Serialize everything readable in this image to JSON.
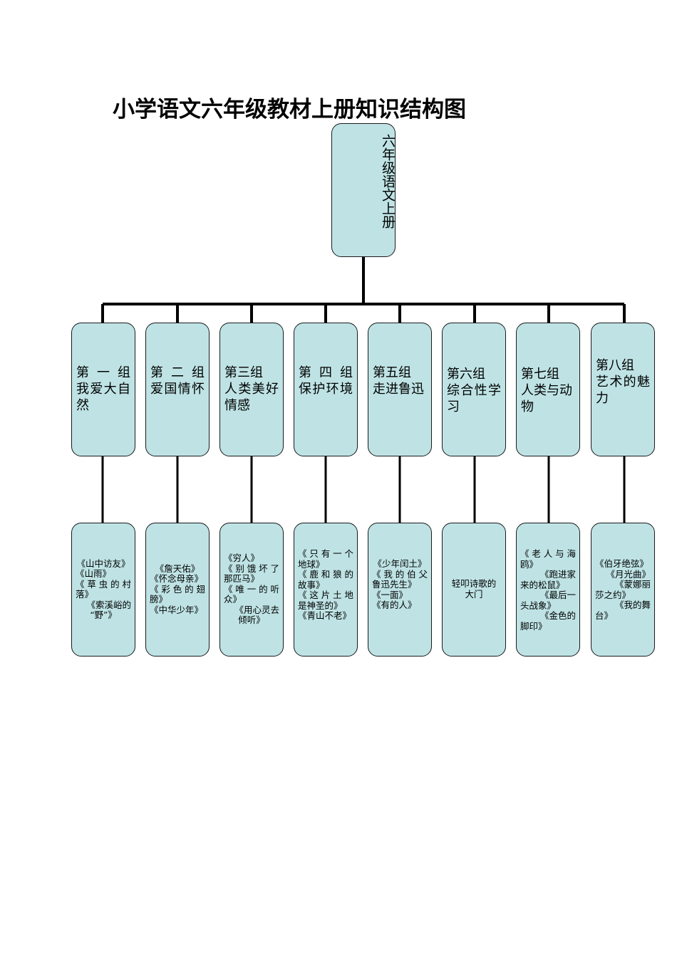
{
  "title": "小学语文六年级教材上册知识结构图",
  "root": {
    "label": "六年级语文上册"
  },
  "groups": [
    {
      "lines": [
        "第 一 组",
        "我爱大自",
        "然"
      ],
      "lessons": [
        "《山中访友》",
        "《山雨》",
        "《草虫的村",
        "落》",
        "《索溪峪的",
        "“野”》"
      ]
    },
    {
      "lines": [
        "第 二 组",
        "爱国情怀"
      ],
      "lessons": [
        "《詹天佑》",
        "《怀念母亲》",
        "《彩色的翅",
        "膀》",
        "《中华少年》"
      ]
    },
    {
      "lines": [
        "第三组",
        "人类美好",
        "情感"
      ],
      "lessons": [
        "《穷人》",
        "《别饿坏了",
        "那匹马》",
        "《唯一的听",
        "众》",
        "《用心灵去",
        "倾听》"
      ]
    },
    {
      "lines": [
        "第 四 组",
        "保护环境"
      ],
      "lessons": [
        "《只有一个",
        "地球》",
        "《鹿和狼的",
        "故事》",
        "《这片土地",
        "是神圣的》",
        "《青山不老》"
      ]
    },
    {
      "lines": [
        "第五组",
        "走进鲁迅"
      ],
      "lessons": [
        "《少年闰土》",
        "《我的伯父",
        "鲁迅先生》",
        "《一面》",
        "《有的人》"
      ]
    },
    {
      "lines": [
        "第六组",
        "综合性学",
        "习"
      ],
      "lessons": [
        "轻叩诗歌的",
        "大门"
      ]
    },
    {
      "lines": [
        "第七组",
        "人类与动",
        "物"
      ],
      "lessons": [
        "《老人与海",
        "鸥》",
        "《跑进家",
        "来的松鼠》",
        "《最后一",
        "头战象》",
        "《金色的",
        "脚印》"
      ]
    },
    {
      "lines": [
        "第八组",
        "艺术的魅",
        "力"
      ],
      "lessons": [
        "《伯牙绝弦》",
        "《月光曲》",
        "《蒙娜丽",
        "莎之约》",
        "《我的舞",
        "台》"
      ]
    }
  ]
}
